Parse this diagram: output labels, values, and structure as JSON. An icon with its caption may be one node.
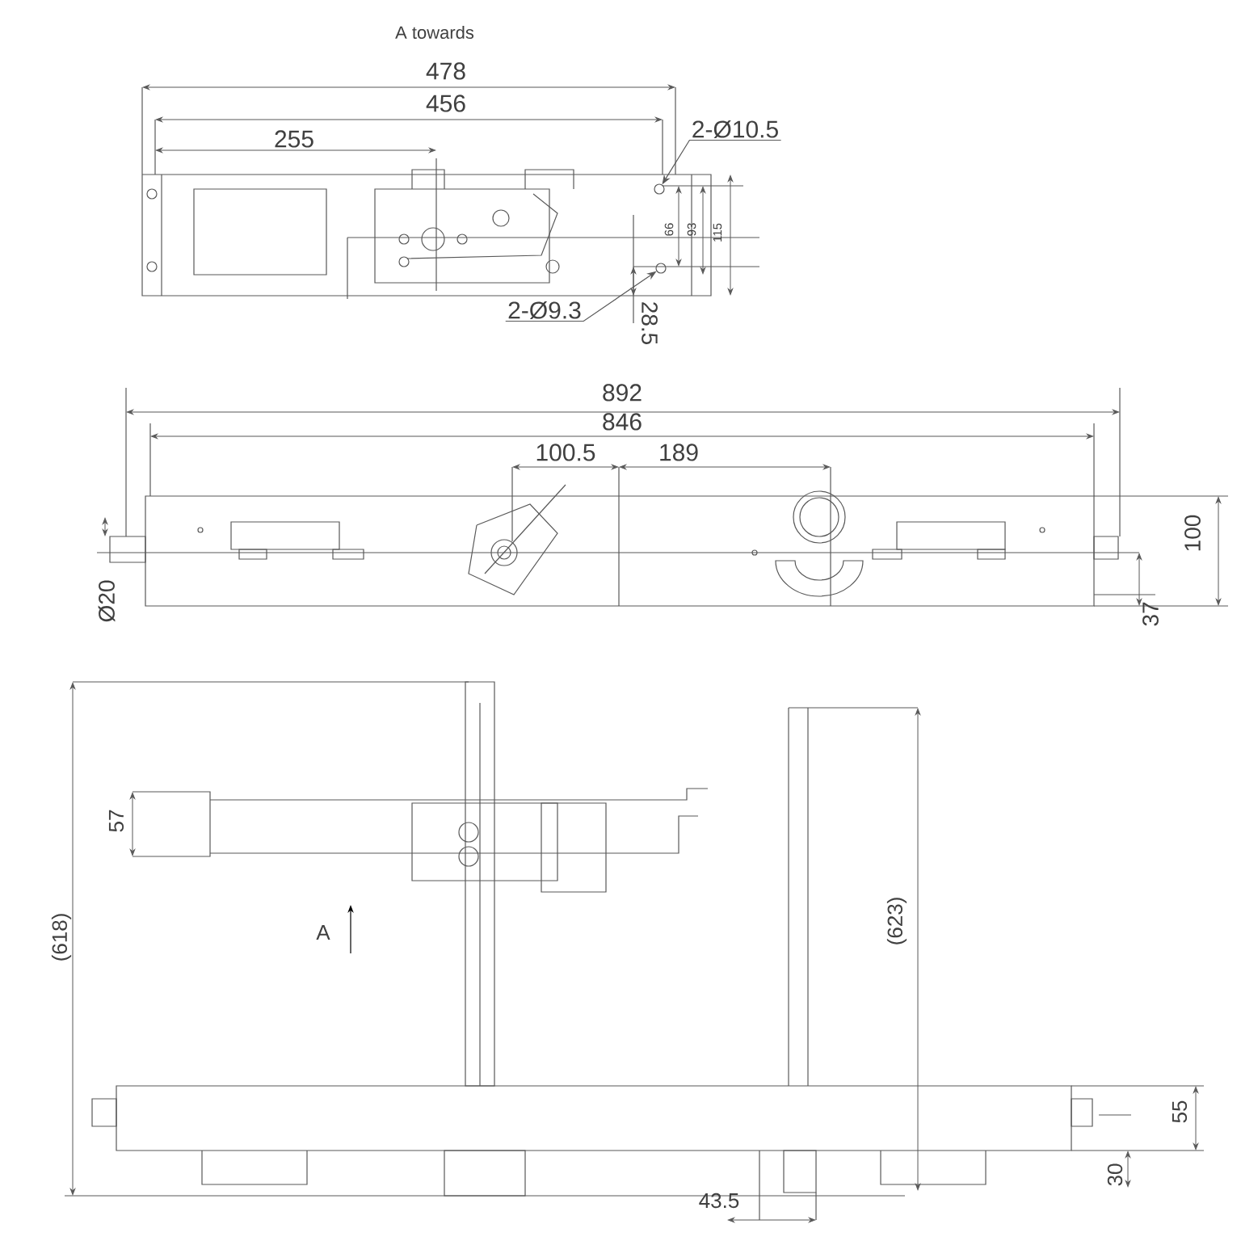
{
  "diagram": {
    "nodes": [
      {
        "text": [
          "2-Ø10.5"
        ]
      },
      {
        "text": [],
        "shape": "circle"
      },
      {
        "text": [
          "2-Ø9.3"
        ]
      },
      {
        "text": [],
        "shape": "circle"
      }
    ],
    "edges": [
      {
        "from": 0,
        "to": 1,
        "arrow": "to"
      },
      {
        "from": 2,
        "to": 3,
        "arrow": "to"
      }
    ],
    "labels": [
      "A towards",
      "478",
      "456",
      "255",
      "66",
      "93",
      "115",
      "28.5",
      "892",
      "846",
      "100.5",
      "189",
      "Ø20",
      "100",
      "37",
      "57",
      "(618)",
      "A",
      "(623)",
      "55",
      "30",
      "43.5"
    ]
  }
}
